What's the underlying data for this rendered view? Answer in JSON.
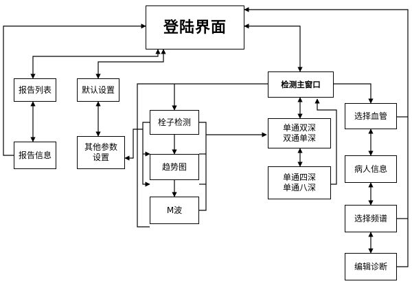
{
  "nodes": {
    "login": "登陆界面",
    "report_list": "报告列表",
    "report_info": "报告信息",
    "default_settings": "默认设置",
    "other_params": [
      "其他参数",
      "设置"
    ],
    "main_window": "检测主窗口",
    "bolt_detect": "栓子检测",
    "trend": "趋势图",
    "mwave": "M波",
    "single_dual": [
      "单通双深",
      "双通单深"
    ],
    "single_four": [
      "单通四深",
      "单通八深"
    ],
    "select_vessel": "选择血管",
    "patient_info": "病人信息",
    "select_spectrum": "选择频谱",
    "edit_diagnosis": "编辑诊断"
  }
}
